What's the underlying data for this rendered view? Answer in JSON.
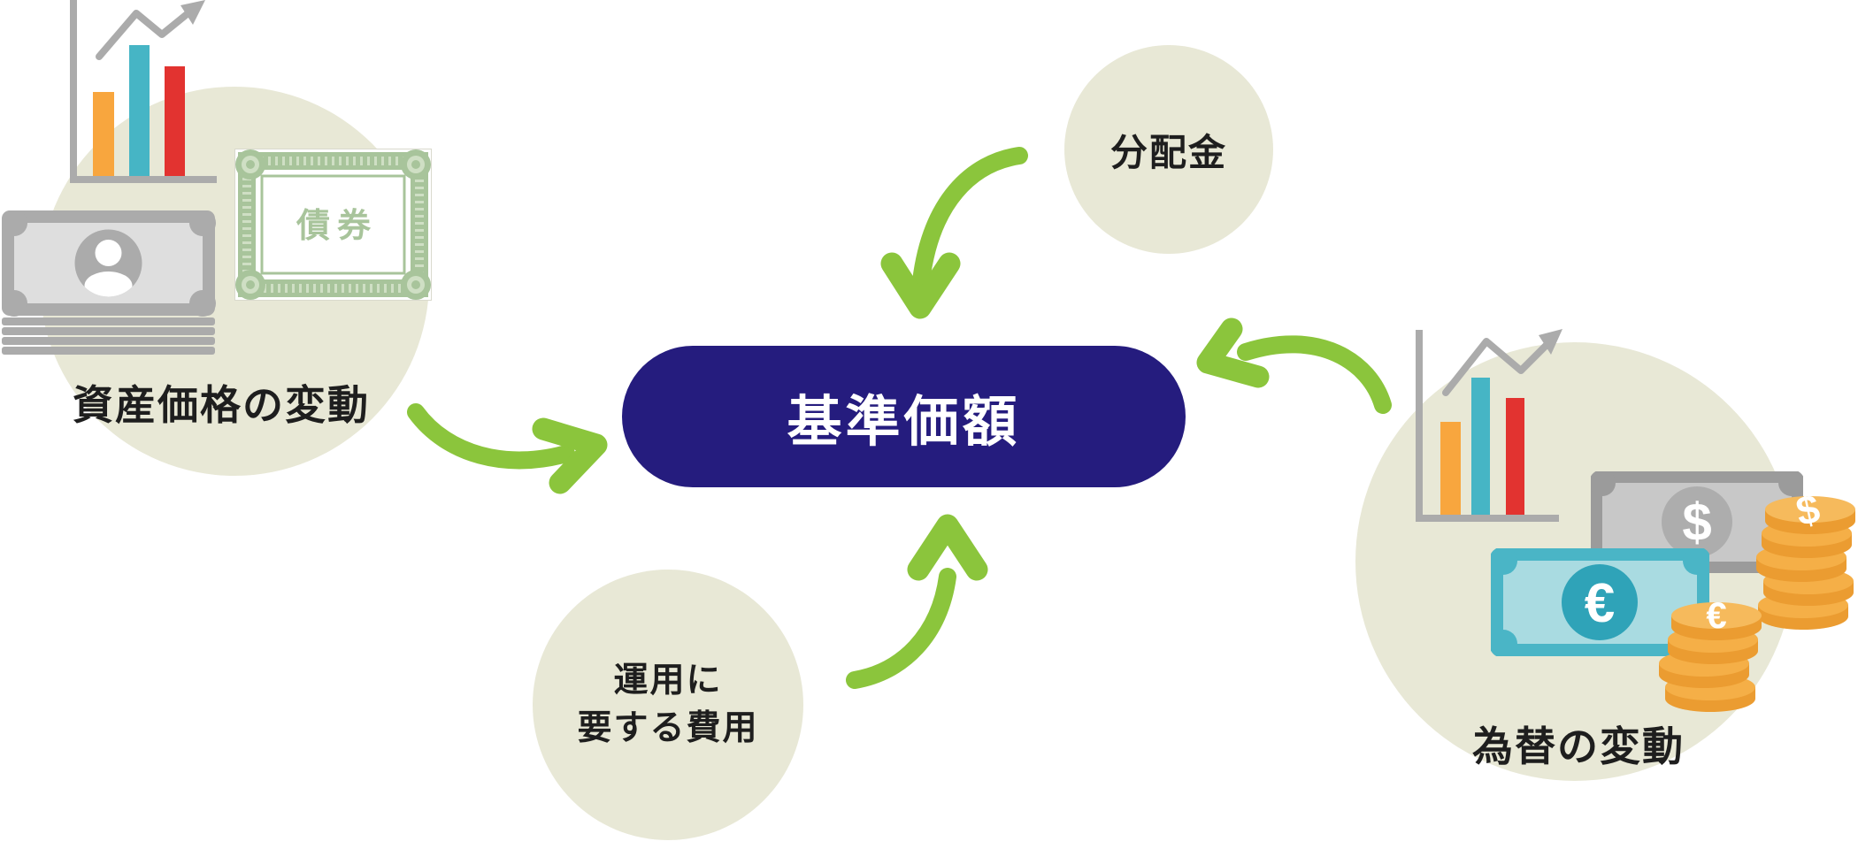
{
  "center_pill": {
    "label": "基準価額"
  },
  "nodes": {
    "dividends": {
      "label": "分配金"
    },
    "asset_price": {
      "label": "資産価格の変動"
    },
    "operating_costs": {
      "line1": "運用に",
      "line2": "要する費用"
    },
    "fx": {
      "label": "為替の変動"
    }
  },
  "bond_certificate": {
    "label": "債券"
  },
  "currency_symbols": {
    "dollar": "$",
    "euro": "€"
  },
  "arrows": [
    {
      "from": "dividends",
      "to": "center_pill",
      "direction": "down"
    },
    {
      "from": "asset_price",
      "to": "center_pill",
      "direction": "right"
    },
    {
      "from": "operating_costs",
      "to": "center_pill",
      "direction": "up"
    },
    {
      "from": "fx",
      "to": "center_pill",
      "direction": "left"
    }
  ],
  "icons": {
    "asset_price": [
      "bar-chart",
      "banknote-stack",
      "bond-certificate"
    ],
    "fx": [
      "bar-chart",
      "dollar-bill",
      "euro-bill",
      "euro-coin-stack",
      "dollar-coin-stack"
    ]
  },
  "colors": {
    "accent_green": "#8bc53c",
    "pill_navy": "#251c7e",
    "circle_beige": "#e8e8d6",
    "text_dark": "#1e1e1e",
    "bar_orange": "#f8a63e",
    "bar_teal": "#46b5c5",
    "bar_red": "#e23330",
    "chart_gray": "#ababab",
    "bill_gray": "#ababab",
    "bill_face": "#dedede",
    "dollar_outer": "#9b9b9b",
    "dollar_face": "#c8c8c8",
    "dollar_circle": "#adadad",
    "euro_outer": "#4ab5c6",
    "euro_face": "#a9dbe1",
    "euro_circle": "#2fa3b8",
    "coin_side": "#eb9c31",
    "coin_face": "#f5af47",
    "coin_top": "#f6ba5c",
    "bond_green": "#a8c49b",
    "bond_light": "#cfdfc4"
  }
}
